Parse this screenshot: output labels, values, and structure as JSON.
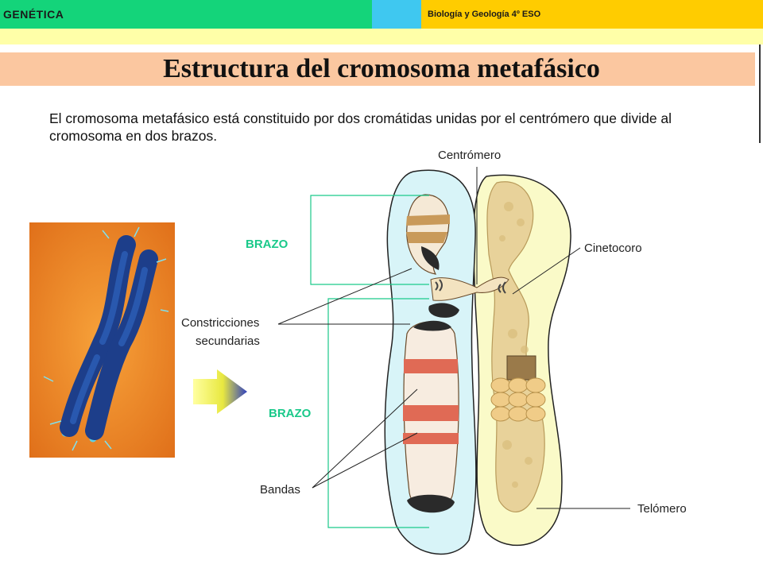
{
  "header": {
    "subject": "GENÉTICA",
    "course": "Biología y Geología 4º ESO",
    "colors": {
      "green": "#14d47a",
      "blue": "#3fc8f0",
      "yellow": "#ffcc00",
      "stripe": "#ffffa8",
      "title_bg": "#fbc7a0"
    }
  },
  "title": "Estructura del cromosoma  metafásico",
  "intro": "El cromosoma metafásico está constituido por dos cromátidas unidas por el centrómero que divide al cromosoma en dos brazos.",
  "labels": {
    "arm_top": "BRAZO",
    "arm_bottom": "BRAZO",
    "centromere": "Centrómero",
    "kinetochore": "Cinetocoro",
    "secondary_constrictions_1": "Constricciones",
    "secondary_constrictions_2": "secundarias",
    "bands": "Bandas",
    "telomere": "Telómero"
  },
  "accent_label_color": "#1ac98a"
}
